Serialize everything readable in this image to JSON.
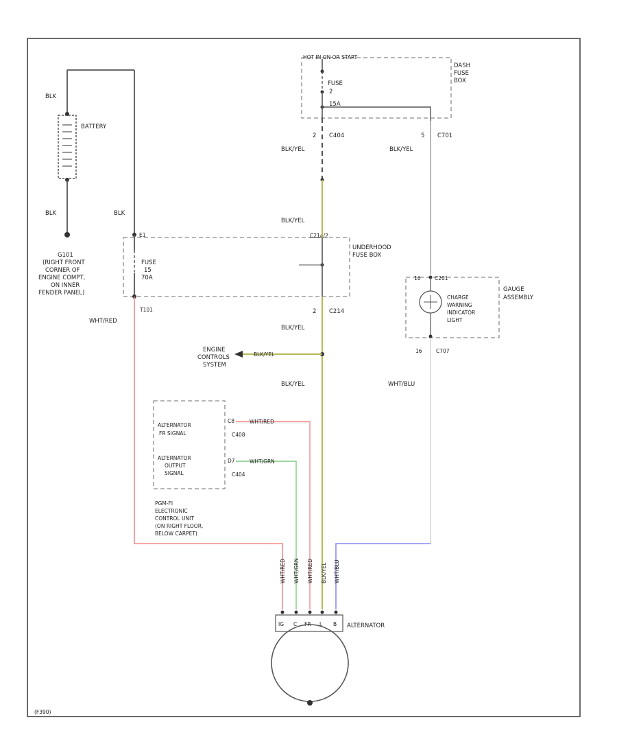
{
  "colors": {
    "background": "#ffffff",
    "frame": "#6a6a6a",
    "wire_black": "#555555",
    "wire_red": "#f08a8a",
    "wire_yellow": "#b8bb58",
    "wire_green": "#7ecb7e",
    "wire_white": "#c8c8c8",
    "wire_blue": "#8a8af0",
    "dashed_box": "#8a8a8a"
  },
  "battery": {
    "label": "BATTERY",
    "top_wire": "BLK",
    "bottom_wire": "BLK",
    "ground_id": "G101",
    "ground_desc": [
      "(RIGHT FRONT",
      "CORNER OF",
      "ENGINE COMPT,",
      "ON INNER",
      "FENDER PANEL)"
    ]
  },
  "positive_cable": {
    "wire": "BLK"
  },
  "dash_fuse_box": {
    "header": "HOT IN ON OR START",
    "label": [
      "DASH",
      "FUSE",
      "BOX"
    ],
    "fuse_label": [
      "FUSE",
      "2",
      "15A"
    ]
  },
  "connectors": {
    "c404": {
      "pin": "2",
      "name": "C404"
    },
    "c701": {
      "pin": "5",
      "name": "C701"
    },
    "c201": {
      "pin": "16",
      "name": "C201"
    },
    "c707": {
      "pin": "16",
      "name": "C707"
    },
    "t101": {
      "name": "T101"
    },
    "e1": {
      "name": "E1"
    },
    "c214_top": {
      "name": "C214/2"
    },
    "c214_bottom": {
      "pin": "2",
      "name": "C214"
    },
    "c408": {
      "pin": "C8",
      "name": "C408"
    },
    "c404b": {
      "pin": "D7",
      "name": "C404"
    }
  },
  "wires": {
    "bl_yel_1": "BLK/YEL",
    "bl_yel_2": "BLK/YEL",
    "bl_yel_3": "BLK/YEL",
    "bl_yel_4": "BLK/YEL",
    "bl_yel_c701": "BLK/YEL",
    "wht_red_t101": "WHT/RED",
    "wht_blu": "WHT/BLU",
    "engine_wire": "BLK/YEL",
    "c408_wire": "WHT/RED",
    "c404_wire": "WHT/GRN",
    "bottom": [
      "WHT/RED",
      "WHT/GRN",
      "WHT/RED",
      "BLK/YEL",
      "WHT/BLU"
    ]
  },
  "underhood_fuse_box": {
    "label": [
      "UNDERHOOD",
      "FUSE BOX"
    ],
    "fuse_label": [
      "FUSE",
      "15",
      "70A"
    ]
  },
  "engine_controls": {
    "label": [
      "ENGINE",
      "CONTROLS",
      "SYSTEM"
    ]
  },
  "gauge": {
    "label": [
      "GAUGE",
      "ASSEMBLY"
    ],
    "lamp_label": [
      "CHARGE",
      "WARNING",
      "INDICATOR",
      "LIGHT"
    ]
  },
  "pgm_fi": {
    "signal1": [
      "ALTERNATOR",
      "FR SIGNAL"
    ],
    "signal2": [
      "ALTERNATOR",
      "OUTPUT",
      "SIGNAL"
    ],
    "ecu_label": [
      "PGM-FI",
      "ELECTRONIC",
      "CONTROL UNIT",
      "(ON RIGHT FLOOR,",
      "BELOW CARPET)"
    ]
  },
  "alternator": {
    "label": "ALTERNATOR",
    "terminals": [
      "IG",
      "C",
      "FR",
      "L",
      "B"
    ]
  },
  "footer": {
    "code": "(F390)"
  }
}
